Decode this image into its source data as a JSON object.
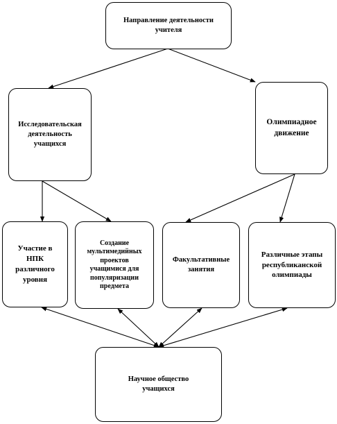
{
  "nodes": {
    "top": "Направление деятельности учителя",
    "research": "Исследовательская деятельность учащихся",
    "olympiad": "Олимпиадное движение",
    "npk": "Участие в НПК различного уровня",
    "multimedia": "Создание мультимедийных проектов учащимися для популяризации предмета",
    "facultative": "Факультативные занятия",
    "republican": "Различные этапы республиканской олимпиады",
    "society": "Научное общество учащихся"
  },
  "edges": [
    {
      "from": "top",
      "to": "research",
      "arrow": "end"
    },
    {
      "from": "top",
      "to": "olympiad",
      "arrow": "end"
    },
    {
      "from": "research",
      "to": "npk",
      "arrow": "end"
    },
    {
      "from": "research",
      "to": "multimedia",
      "arrow": "end"
    },
    {
      "from": "olympiad",
      "to": "facultative",
      "arrow": "end"
    },
    {
      "from": "olympiad",
      "to": "republican",
      "arrow": "end"
    },
    {
      "from": "society",
      "to": "npk",
      "arrow": "both"
    },
    {
      "from": "society",
      "to": "multimedia",
      "arrow": "both"
    },
    {
      "from": "society",
      "to": "facultative",
      "arrow": "both"
    },
    {
      "from": "society",
      "to": "republican",
      "arrow": "both"
    }
  ]
}
